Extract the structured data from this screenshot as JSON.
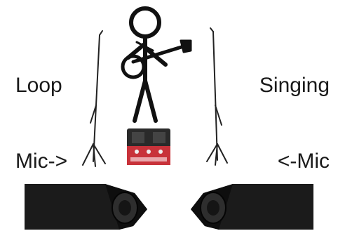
{
  "labels": {
    "loop_line1": "Loop",
    "loop_line2": "Mic->",
    "singing_line1": "Singing",
    "singing_line2": "<-Mic"
  },
  "icons": {
    "performer": "stick-figure-guitarist-icon",
    "left_mic": "mic-stand-icon",
    "right_mic": "mic-stand-icon",
    "pedal": "loop-pedal-icon",
    "left_speaker": "floor-monitor-speaker-icon",
    "right_speaker": "floor-monitor-speaker-icon"
  },
  "colors": {
    "ink": "#1a1a1a",
    "pedal_red": "#c8323a",
    "speaker": "#1b1b1b"
  }
}
